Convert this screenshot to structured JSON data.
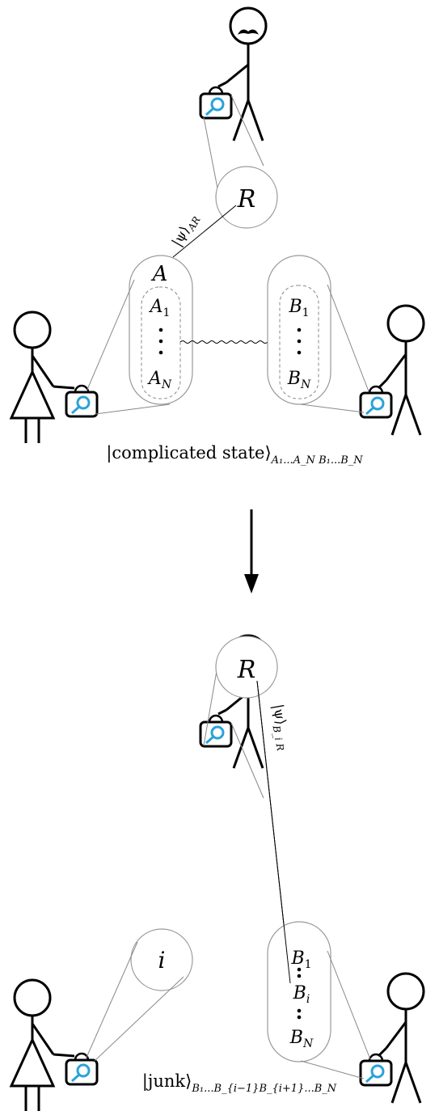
{
  "colors": {
    "ink": "#000000",
    "thin": "#888888",
    "bubble": "#999999",
    "lens": "#29a3d9",
    "dash": "#888888"
  },
  "icons": [
    "person-with-mustache-icon",
    "person-with-dress-icon",
    "stick-person-icon",
    "briefcase-magnifier-icon",
    "arrow-down-icon",
    "wavy-entanglement-line"
  ],
  "top_panel": {
    "ref_label": "R",
    "psi_label": "|ψ⟩",
    "psi_sub": "AR",
    "box_a_label": "A",
    "a1_main": "A",
    "a1_sub": "1",
    "aN_main": "A",
    "aN_sub": "N",
    "b1_main": "B",
    "b1_sub": "1",
    "bN_main": "B",
    "bN_sub": "N",
    "caption_main": "|complicated state⟩",
    "caption_sub": "A₁...A_N B₁...B_N"
  },
  "bottom_panel": {
    "ref_label": "R",
    "psi_label": "|ψ⟩",
    "psi_sub": "B_i R",
    "i_label": "i",
    "b1_main": "B",
    "b1_sub": "1",
    "bi_main": "B",
    "bi_sub": "i",
    "bN_main": "B",
    "bN_sub": "N",
    "caption_main": "|junk⟩",
    "caption_sub": "B₁...B_{i−1}B_{i+1}...B_N"
  }
}
